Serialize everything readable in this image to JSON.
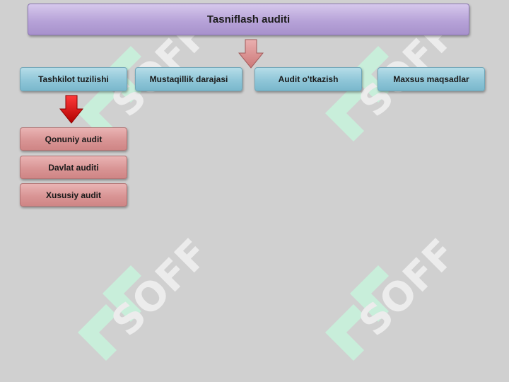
{
  "watermark": {
    "text": "SOFF",
    "color": "#c8f2dc"
  },
  "title": "Tasniflash auditi",
  "categories": [
    {
      "label": "Tashkilot tuzilishi"
    },
    {
      "label": "Mustaqillik darajasi"
    },
    {
      "label": "Audit o'tkazish"
    },
    {
      "label": "Maxsus maqsadlar"
    }
  ],
  "sub_items": [
    {
      "label": "Qonuniy audit"
    },
    {
      "label": "Davlat auditi"
    },
    {
      "label": "Xususiy audit"
    }
  ],
  "colors": {
    "title_fill": "#b7a3d8",
    "category_fill": "#8fc6d8",
    "sub_fill": "#d99595",
    "title_arrow": "#d98a8a",
    "sub_arrow": "#d40000"
  }
}
